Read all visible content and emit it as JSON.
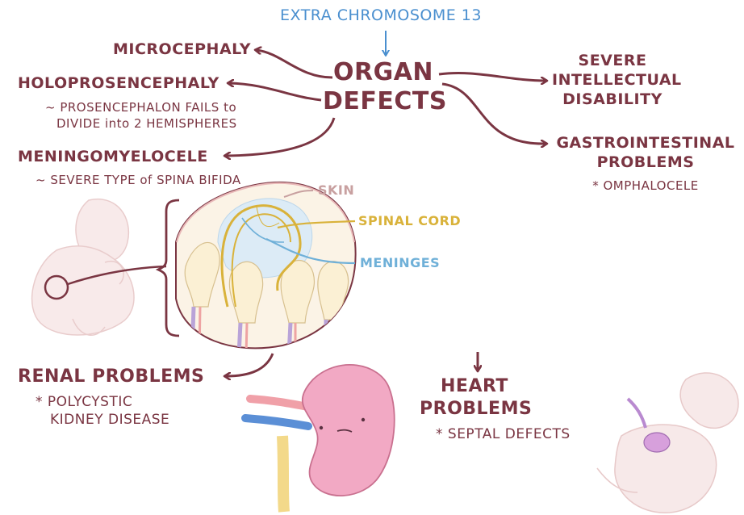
{
  "header": {
    "text": "EXTRA CHROMOSOME 13"
  },
  "center": {
    "line1": "ORGAN",
    "line2": "DEFECTS"
  },
  "left": {
    "microcephaly": "MICROCEPHALY",
    "holo_title": "HOLOPROSENCEPHALY",
    "holo_sub1": "~ PROSENCEPHALON FAILS to",
    "holo_sub2": "DIVIDE into 2 HEMISPHERES",
    "mening_title": "MENINGOMYELOCELE",
    "mening_sub": "~ SEVERE TYPE of SPINA BIFIDA"
  },
  "right": {
    "intel1": "SEVERE",
    "intel2": "INTELLECTUAL",
    "intel3": "DISABILITY",
    "gi1": "GASTROINTESTINAL",
    "gi2": "PROBLEMS",
    "gi_sub": "* OMPHALOCELE"
  },
  "spine_labels": {
    "skin": "SKIN",
    "cord": "SPINAL CORD",
    "meninges": "MENINGES"
  },
  "renal": {
    "title": "RENAL PROBLEMS",
    "sub1": "* POLYCYSTIC",
    "sub2": "KIDNEY DISEASE"
  },
  "heart": {
    "line1": "HEART",
    "line2": "PROBLEMS",
    "sub": "* SEPTAL DEFECTS"
  },
  "colors": {
    "maroon": "#7a3542",
    "blue": "#4a8fcf",
    "skin_label": "#c8a0a0",
    "cord": "#d9b23a",
    "meninges": "#6fb0d8",
    "kidney": "#f2a9c4",
    "baby": "#f6e4e4"
  }
}
